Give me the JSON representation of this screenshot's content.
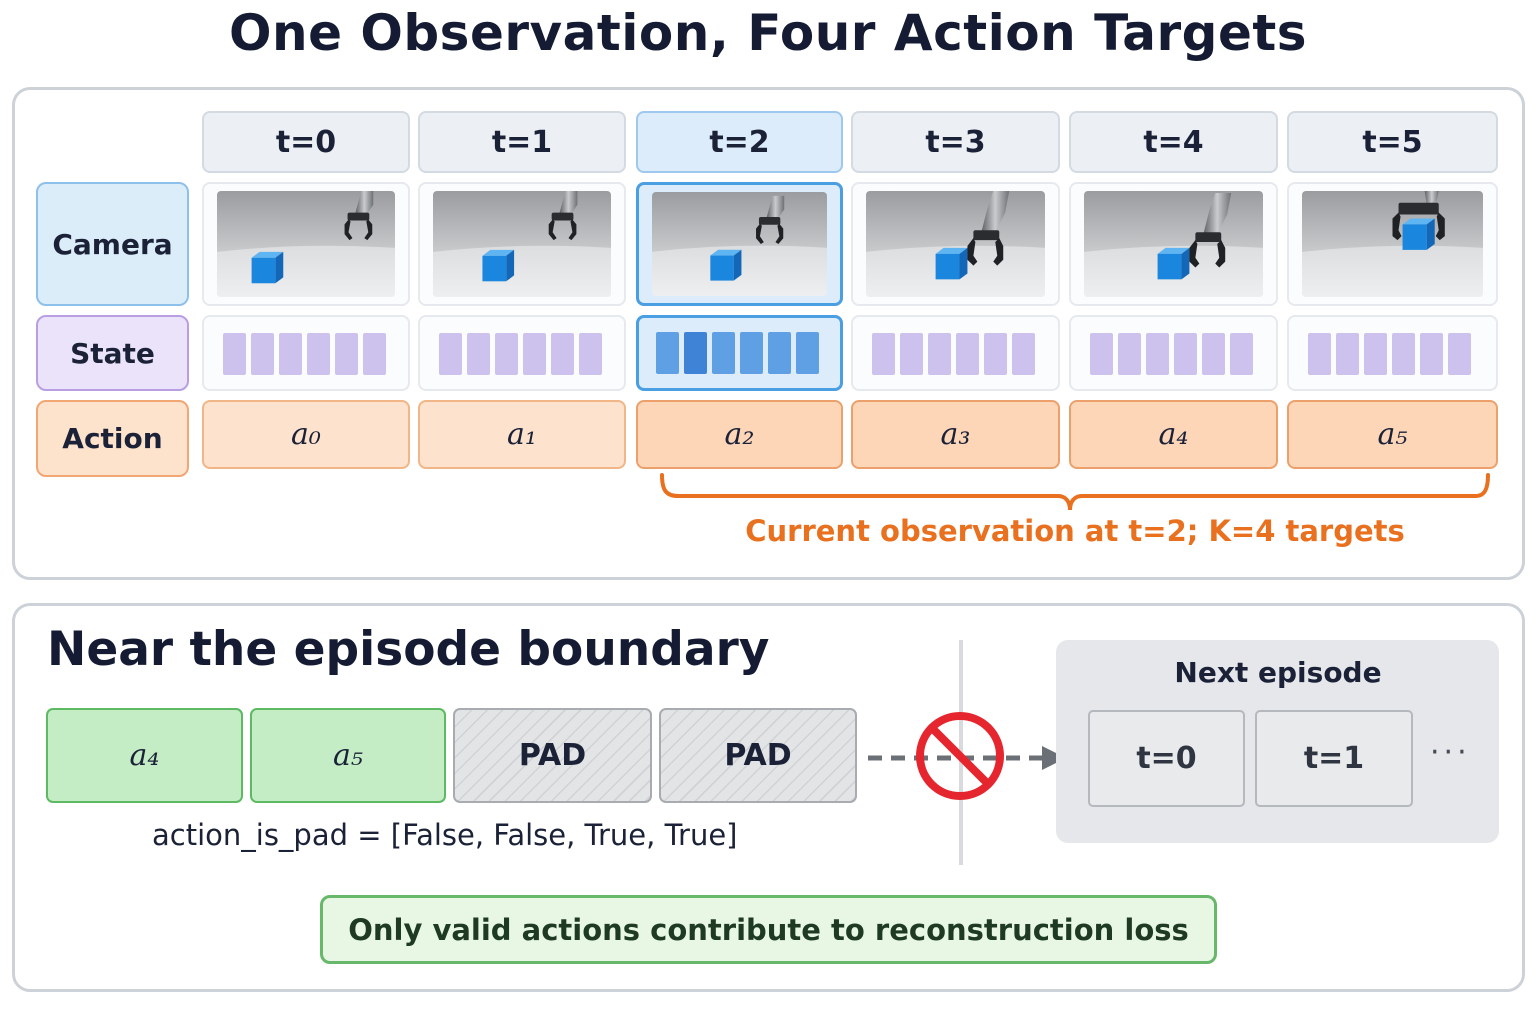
{
  "title": "One Observation, Four Action Targets",
  "timesteps": [
    "t=0",
    "t=1",
    "t=2",
    "t=3",
    "t=4",
    "t=5"
  ],
  "row_labels": {
    "camera": "Camera",
    "state": "State",
    "action": "Action"
  },
  "actions": [
    "a₀",
    "a₁",
    "a₂",
    "a₃",
    "a₄",
    "a₅"
  ],
  "highlight_timestep": "t=2",
  "caption": "Current observation at t=2; K=4 targets",
  "boundary": {
    "title": "Near the episode boundary",
    "slots": [
      "a₄",
      "a₅",
      "PAD",
      "PAD"
    ],
    "mask_text": "action_is_pad = [False, False, True, True]",
    "next_episode_title": "Next episode",
    "next_episode_steps": [
      "t=0",
      "t=1"
    ],
    "ellipsis": "···",
    "note": "Only valid actions contribute to reconstruction loss"
  },
  "colors": {
    "camera": "#8ec0ec",
    "state": "#b89fe4",
    "action": "#f2a673",
    "highlight": "#4a9ee2",
    "caption": "#e8701e",
    "valid": "#5dba62",
    "pad": "#a8abb0",
    "blocked": "#e5262e"
  },
  "icons": [
    "robot-gripper-camera-frame",
    "blue-cube",
    "prohibited-icon",
    "dashed-arrow"
  ]
}
